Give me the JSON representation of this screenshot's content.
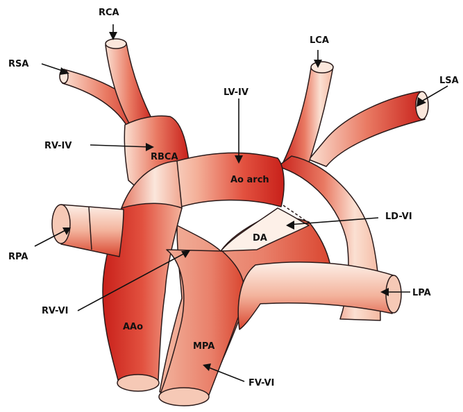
{
  "labels": {
    "rca": "RCA",
    "rsa": "RSA",
    "lca": "LCA",
    "lsa": "LSA",
    "rv_iv": "RV-IV",
    "lv_iv": "LV-IV",
    "rbca": "RBCA",
    "ao_arch": "Ao arch",
    "ld_vi": "LD-VI",
    "da": "DA",
    "rpa": "RPA",
    "rv_vi": "RV-VI",
    "lpa": "LPA",
    "aao": "AAo",
    "mpa": "MPA",
    "fv_vi": "FV-VI"
  },
  "colors": {
    "vessel_dark": "#c8201a",
    "vessel_mid": "#e2624f",
    "vessel_light": "#f6c9b6",
    "vessel_highlight": "#fdf0e8",
    "outline": "#2a1a1a"
  }
}
